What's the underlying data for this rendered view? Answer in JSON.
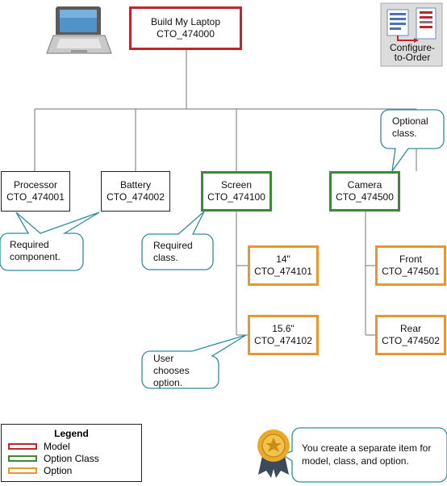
{
  "nodes": {
    "root": {
      "name": "Build My Laptop",
      "code": "CTO_474000"
    },
    "processor": {
      "name": "Processor",
      "code": "CTO_474001"
    },
    "battery": {
      "name": "Battery",
      "code": "CTO_474002"
    },
    "screen": {
      "name": "Screen",
      "code": "CTO_474100"
    },
    "camera": {
      "name": "Camera",
      "code": "CTO_474500"
    },
    "opt14": {
      "name": "14\"",
      "code": "CTO_474101"
    },
    "opt156": {
      "name": "15.6\"",
      "code": "CTO_474102"
    },
    "front": {
      "name": "Front",
      "code": "CTO_474501"
    },
    "rear": {
      "name": "Rear",
      "code": "CTO_474502"
    }
  },
  "callouts": {
    "optional_class": "Optional\nclass.",
    "required_component": "Required\ncomponent.",
    "required_class": "Required\nclass.",
    "user_chooses": "User\nchooses\noption."
  },
  "cto_icon_label": "Configure-\nto-Order",
  "legend": {
    "title": "Legend",
    "items": [
      {
        "label": "Model",
        "color": "#c0272d"
      },
      {
        "label": "Option Class",
        "color": "#3a8a3a"
      },
      {
        "label": "Option",
        "color": "#e8962f"
      }
    ]
  },
  "note": "You create a separate item for model, class, and option.",
  "colors": {
    "model": "#c0272d",
    "option_class": "#3a8a3a",
    "option": "#e8962f",
    "callout_border": "#2e8ca0"
  },
  "icons": [
    "laptop-icon",
    "configure-to-order-icon",
    "award-ribbon-icon"
  ]
}
